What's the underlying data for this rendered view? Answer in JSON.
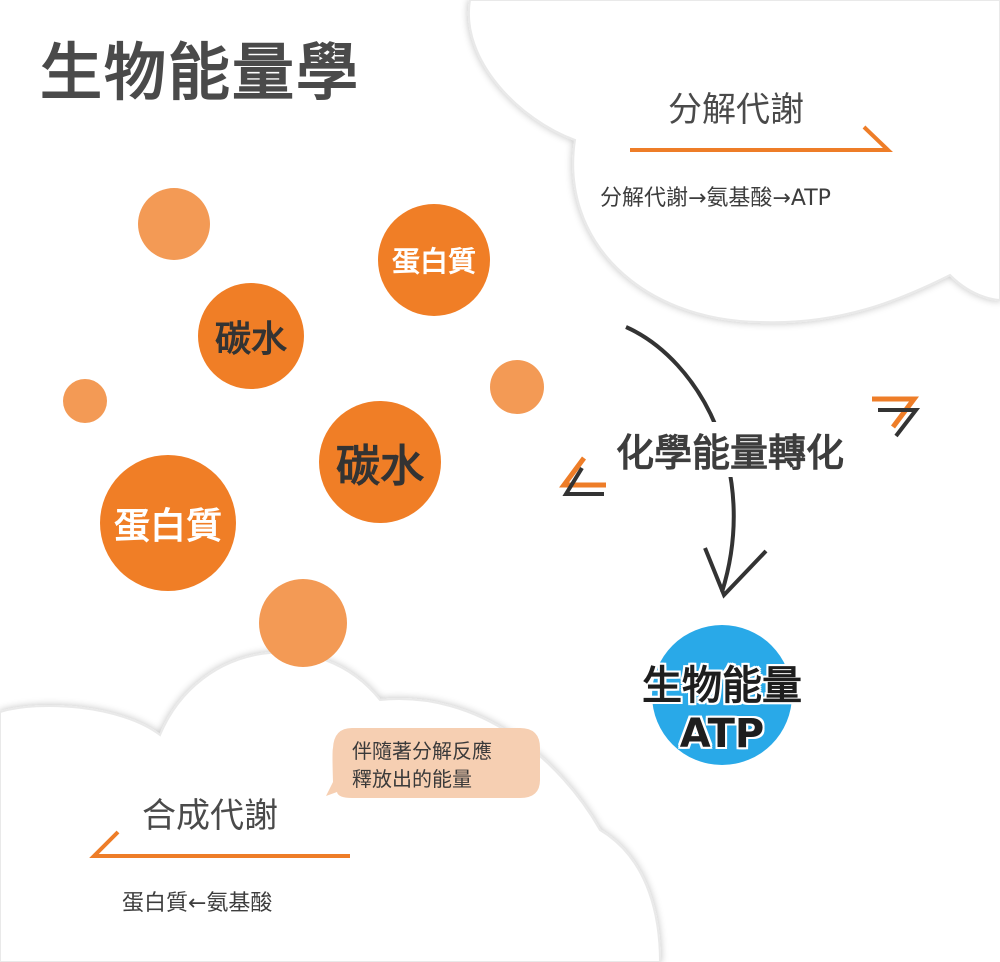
{
  "title": "生物能量學",
  "catabolism": {
    "heading": "分解代謝",
    "formula": "分解代謝→氨基酸→ATP"
  },
  "anabolism": {
    "heading": "合成代謝",
    "formula": "蛋白質←氨基酸"
  },
  "bubble": {
    "line1": "伴隨著分解反應",
    "line2": "釋放出的能量"
  },
  "center": {
    "label": "化學能量轉化"
  },
  "atp": {
    "line1": "生物能量",
    "line2": "ATP"
  },
  "circles": {
    "protein_top": "蛋白質",
    "carb_small": "碳水",
    "carb_big": "碳水",
    "protein_big": "蛋白質"
  },
  "colors": {
    "orange_dark": "#f07e26",
    "orange_light": "#f39a55",
    "atp_blue": "#29a9e8",
    "bubble_peach": "#f6cfb2",
    "cloud_fill": "#ffffff",
    "cloud_edge": "#e6e6e6"
  }
}
